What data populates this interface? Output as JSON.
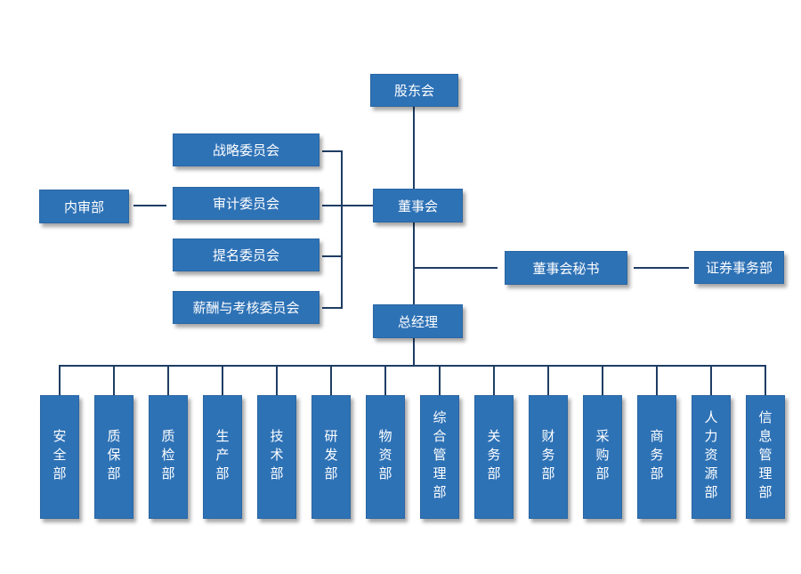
{
  "colors": {
    "box": "#2e72b6",
    "line": "#1f3d64",
    "text": "#ffffff"
  },
  "nodes": {
    "shareholders": "股东会",
    "board": "董事会",
    "internal_audit": "内审部",
    "committees": [
      "战略委员会",
      "审计委员会",
      "提名委员会",
      "薪酬与考核委员会"
    ],
    "board_secretary": "董事会秘书",
    "securities_affairs": "证券事务部",
    "general_manager": "总经理",
    "departments": [
      "安全部",
      "质保部",
      "质检部",
      "生产部",
      "技术部",
      "研发部",
      "物资部",
      "综合管理部",
      "关务部",
      "财务部",
      "采购部",
      "商务部",
      "人力资源部",
      "信息管理部"
    ]
  }
}
